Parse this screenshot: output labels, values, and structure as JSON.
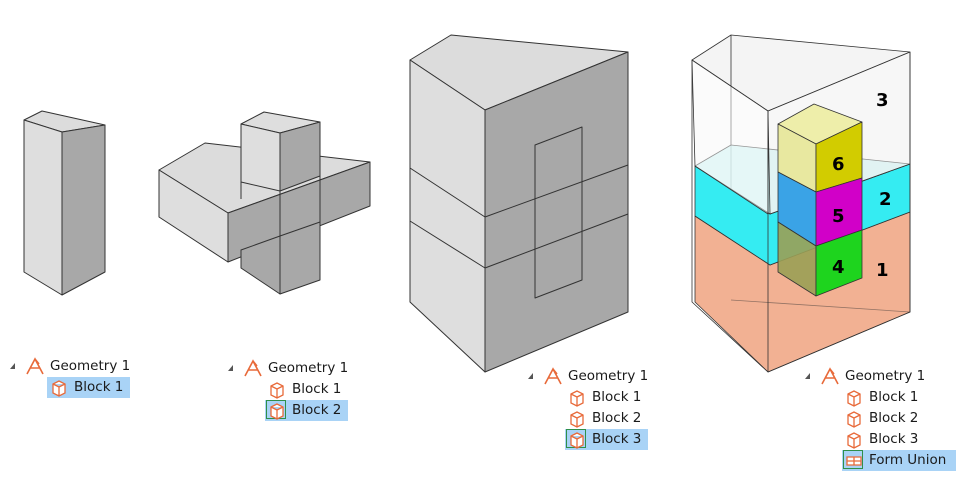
{
  "panels": [
    {
      "tree": {
        "root": "Geometry 1",
        "children": [
          {
            "label": "Block 1",
            "icon": "block-icon",
            "selected": true
          }
        ]
      }
    },
    {
      "tree": {
        "root": "Geometry 1",
        "children": [
          {
            "label": "Block 1",
            "icon": "block-icon",
            "selected": false
          },
          {
            "label": "Block 2",
            "icon": "block-icon",
            "selected": true
          }
        ]
      }
    },
    {
      "tree": {
        "root": "Geometry 1",
        "children": [
          {
            "label": "Block 1",
            "icon": "block-icon",
            "selected": false
          },
          {
            "label": "Block 2",
            "icon": "block-icon",
            "selected": false
          },
          {
            "label": "Block 3",
            "icon": "block-icon",
            "selected": true
          }
        ]
      }
    },
    {
      "tree": {
        "root": "Geometry 1",
        "children": [
          {
            "label": "Block 1",
            "icon": "block-icon",
            "selected": false
          },
          {
            "label": "Block 2",
            "icon": "block-icon",
            "selected": false
          },
          {
            "label": "Block 3",
            "icon": "block-icon",
            "selected": false
          },
          {
            "label": "Form Union",
            "icon": "form-union-icon",
            "selected": true
          }
        ]
      }
    }
  ],
  "domains": {
    "d1": "1",
    "d2": "2",
    "d3": "3",
    "d4": "4",
    "d5": "5",
    "d6": "6"
  },
  "colors": {
    "selection": "#a9d3f6",
    "gray_light": "#e4e4e4",
    "gray_mid": "#c9c9c9",
    "gray_dark": "#9a9a9a",
    "salmon": "#f2b193",
    "cyan": "#35ecf2",
    "yellow": "#d2cc00",
    "magenta": "#d100c8",
    "green": "#1ed41e",
    "blue": "#3aa3e6",
    "icon_orange": "#e86a3a"
  }
}
